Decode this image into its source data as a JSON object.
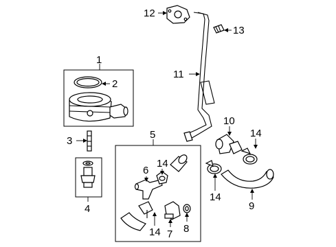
{
  "callouts": [
    {
      "id": "c1",
      "label": "1"
    },
    {
      "id": "c2",
      "label": "2"
    },
    {
      "id": "c3",
      "label": "3"
    },
    {
      "id": "c4",
      "label": "4"
    },
    {
      "id": "c5",
      "label": "5"
    },
    {
      "id": "c6",
      "label": "6"
    },
    {
      "id": "c7",
      "label": "7"
    },
    {
      "id": "c8",
      "label": "8"
    },
    {
      "id": "c9",
      "label": "9"
    },
    {
      "id": "c10",
      "label": "10"
    },
    {
      "id": "c11",
      "label": "11"
    },
    {
      "id": "c12",
      "label": "12"
    },
    {
      "id": "c13",
      "label": "13"
    },
    {
      "id": "c14a",
      "label": "14"
    },
    {
      "id": "c14b",
      "label": "14"
    },
    {
      "id": "c14c",
      "label": "14"
    },
    {
      "id": "c14d",
      "label": "14"
    }
  ]
}
